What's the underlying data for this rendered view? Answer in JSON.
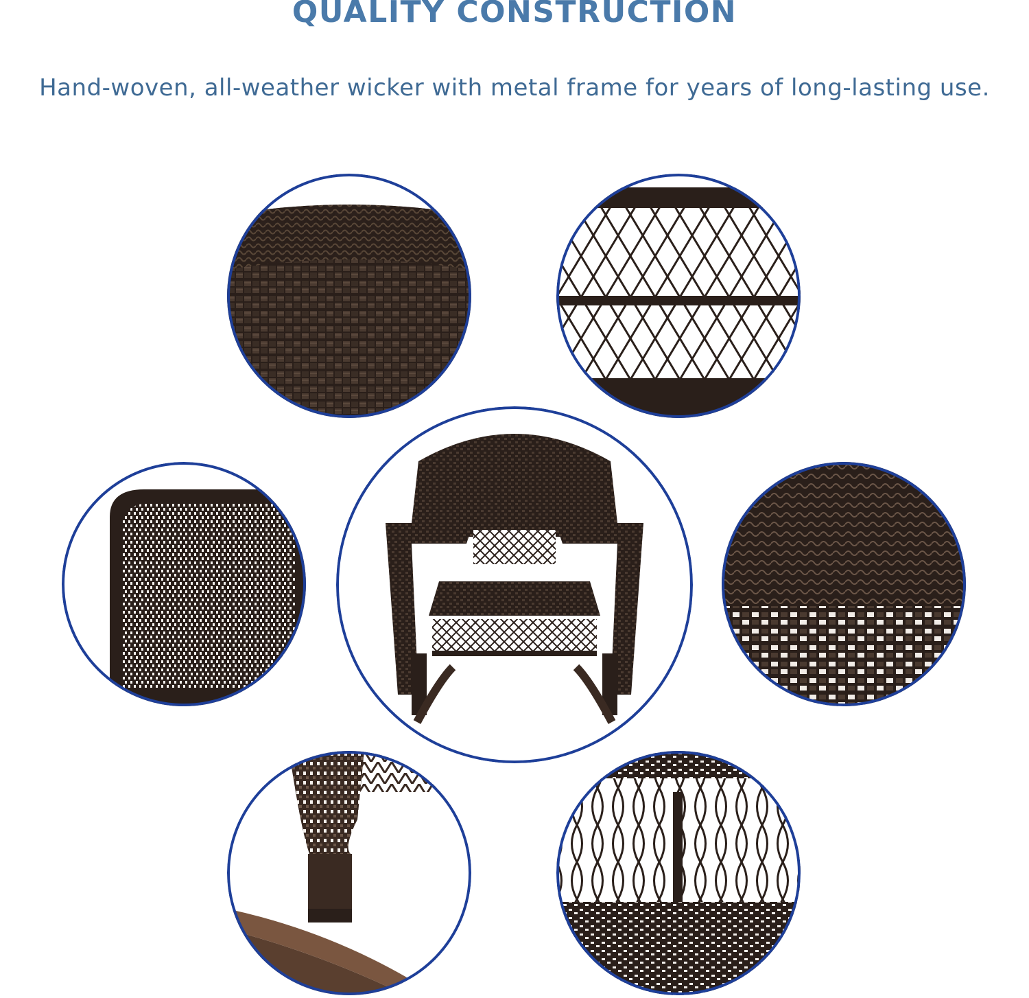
{
  "header": {
    "title": "QUALITY CONSTRUCTION",
    "subtitle": "Hand-woven, all-weather wicker with metal frame for years of long-lasting use."
  },
  "colors": {
    "title": "#4a7aaa",
    "subtitle": "#3f6a94",
    "circle_border": "#1e3f99",
    "wicker_dark": "#2a1f1a",
    "wicker_mid": "#4a3a30",
    "wicker_light": "#6b5648",
    "background": "#ffffff"
  },
  "details": [
    {
      "id": "top-left",
      "icon": "seat-weave-closeup"
    },
    {
      "id": "top-right",
      "icon": "lattice-weave-closeup"
    },
    {
      "id": "center",
      "icon": "rocking-chair"
    },
    {
      "id": "mid-left",
      "icon": "armrest-corner-closeup"
    },
    {
      "id": "mid-right",
      "icon": "tight-weave-closeup"
    },
    {
      "id": "bot-left",
      "icon": "rocker-leg-closeup"
    },
    {
      "id": "bot-right",
      "icon": "open-weave-closeup"
    }
  ]
}
